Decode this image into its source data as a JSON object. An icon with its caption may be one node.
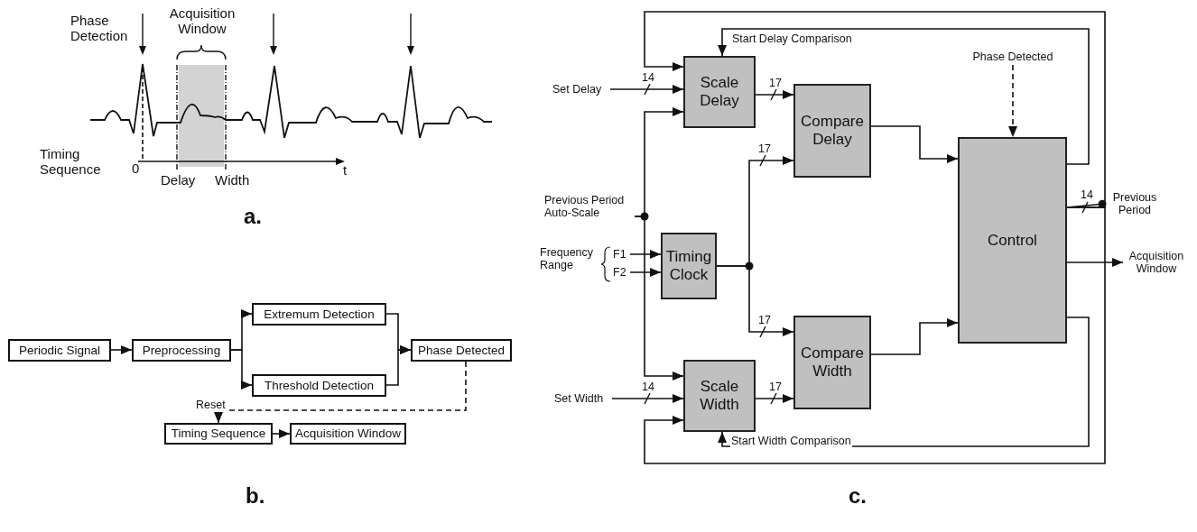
{
  "diagram": {
    "nodes": [
      {
        "text": [
          "Periodic Signal"
        ]
      },
      {
        "text": [
          "Preprocessing"
        ]
      },
      {
        "text": [
          "Extremum Detection"
        ]
      },
      {
        "text": [
          "Threshold Detection"
        ]
      },
      {
        "text": [
          "Phase Detected"
        ]
      },
      {
        "text": [
          "Timing Sequence"
        ]
      },
      {
        "text": [
          "Acquisition Window"
        ]
      },
      {
        "text": [
          "Set Delay"
        ]
      },
      {
        "text": [
          "Scale Delay"
        ]
      },
      {
        "text": [
          "Compare Delay"
        ]
      },
      {
        "text": [
          "Phase Detected"
        ]
      },
      {
        "text": [
          "Control"
        ]
      },
      {
        "text": [
          "Previous Period Auto-Scale"
        ]
      },
      {
        "text": [
          "F1"
        ]
      },
      {
        "text": [
          "F2"
        ]
      },
      {
        "text": [
          "Timing Clock"
        ]
      },
      {
        "text": [
          "Previous Period"
        ]
      },
      {
        "text": [
          "Acquisition Window"
        ]
      },
      {
        "text": [
          "Compare Width"
        ]
      },
      {
        "text": [
          "Set Width"
        ]
      },
      {
        "text": [
          "Scale Width"
        ]
      }
    ],
    "edges": [
      {
        "from": 0,
        "to": 1,
        "arrow": "to"
      },
      {
        "from": 1,
        "to": 2,
        "arrow": "to"
      },
      {
        "from": 1,
        "to": 3,
        "arrow": "to"
      },
      {
        "from": 2,
        "to": 4,
        "arrow": "to"
      },
      {
        "from": 3,
        "to": 4,
        "arrow": "to"
      },
      {
        "from": 4,
        "to": 5,
        "arrow": "to",
        "label": "Reset",
        "style": "dashed"
      },
      {
        "from": 5,
        "to": 6,
        "arrow": "to"
      },
      {
        "from": 7,
        "to": 8,
        "arrow": "to",
        "label": "14"
      },
      {
        "from": 8,
        "to": 9,
        "arrow": "to",
        "label": "17"
      },
      {
        "from": 15,
        "to": 9,
        "arrow": "to",
        "label": "17"
      },
      {
        "from": 15,
        "to": 18,
        "arrow": "to",
        "label": "17"
      },
      {
        "from": 20,
        "to": 18,
        "arrow": "to",
        "label": "17"
      },
      {
        "from": 19,
        "to": 20,
        "arrow": "to",
        "label": "14"
      },
      {
        "from": 13,
        "to": 15,
        "arrow": "to"
      },
      {
        "from": 14,
        "to": 15,
        "arrow": "to"
      },
      {
        "from": 12,
        "to": 8,
        "arrow": "to"
      },
      {
        "from": 12,
        "to": 20,
        "arrow": "to"
      },
      {
        "from": 9,
        "to": 11,
        "arrow": "to"
      },
      {
        "from": 18,
        "to": 11,
        "arrow": "to"
      },
      {
        "from": 10,
        "to": 11,
        "arrow": "to",
        "style": "dashed"
      },
      {
        "from": 11,
        "to": 8,
        "arrow": "to",
        "label": "Start Delay Comparison"
      },
      {
        "from": 11,
        "to": 20,
        "arrow": "to",
        "label": "Start Width Comparison"
      },
      {
        "from": 11,
        "to": 16,
        "arrow": "other",
        "label": "14"
      },
      {
        "from": 11,
        "to": 8,
        "arrow": "to"
      },
      {
        "from": 11,
        "to": 20,
        "arrow": "to"
      },
      {
        "from": 11,
        "to": 17,
        "arrow": "to"
      }
    ],
    "labels": [
      "Phase Detection",
      "Acquisition Window",
      "Timing Sequence",
      "0",
      "Delay",
      "Width",
      "t",
      "a.",
      "Frequency Range",
      "b.",
      "c."
    ]
  }
}
